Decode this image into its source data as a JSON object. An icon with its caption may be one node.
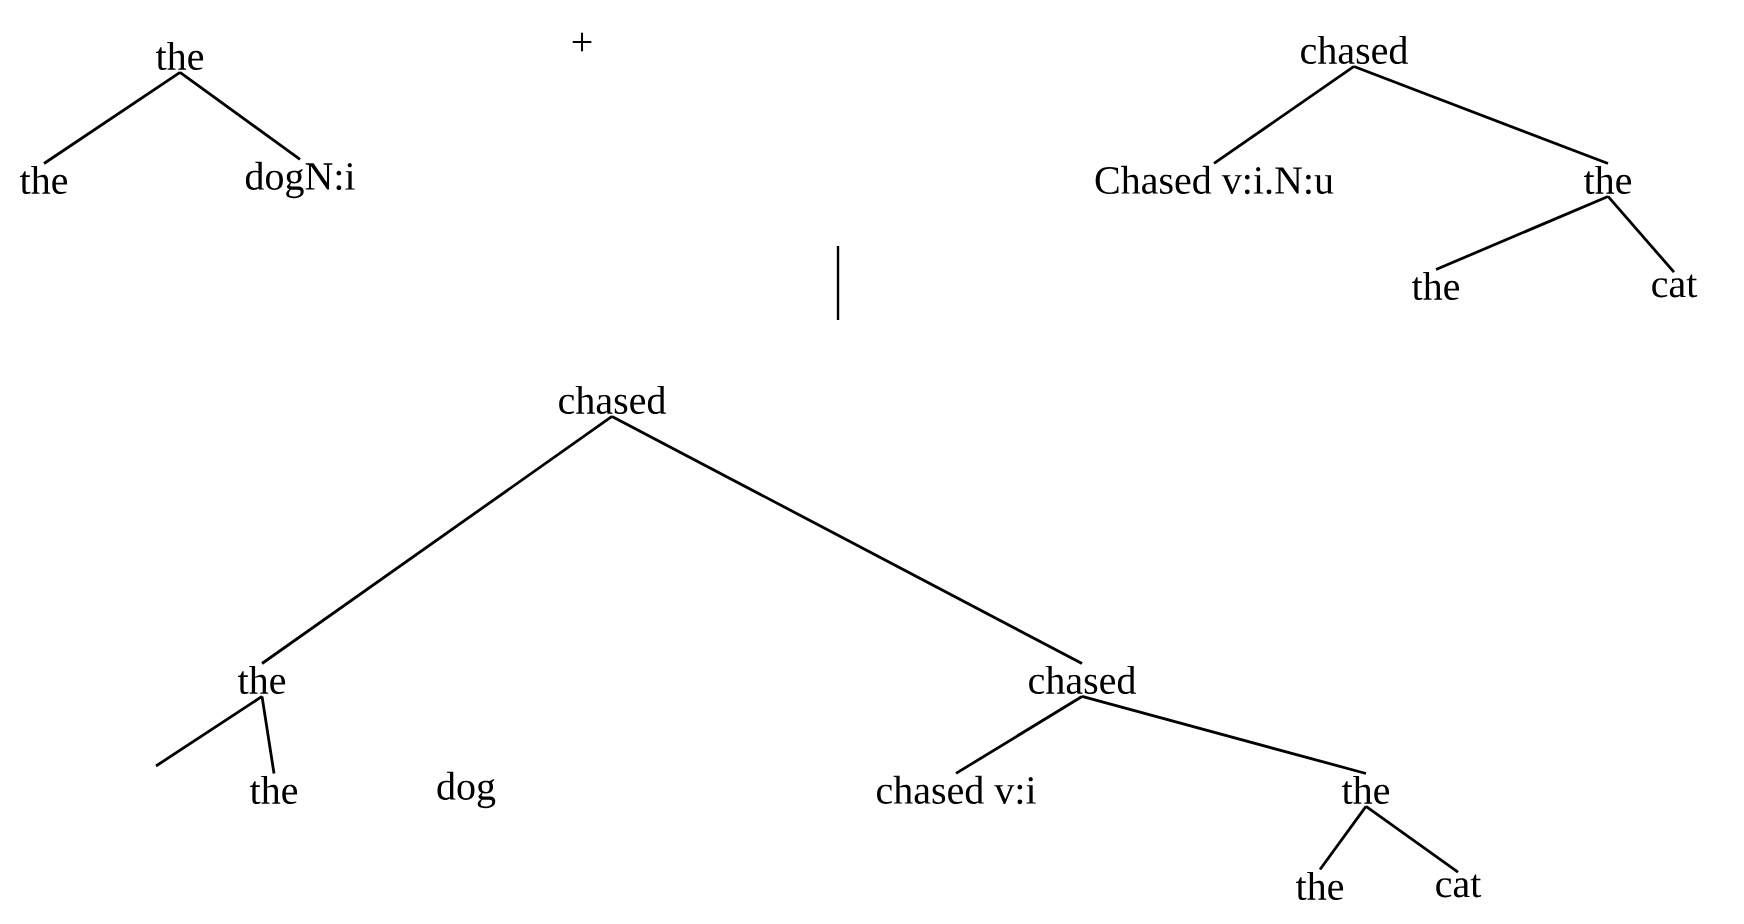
{
  "diagram": {
    "nodes": [
      {
        "text": [
          "the"
        ]
      },
      {
        "text": [
          "the"
        ]
      },
      {
        "text": [
          "dogN:i"
        ]
      },
      {
        "text": [
          "chased"
        ]
      },
      {
        "text": [
          "Chased v:i.N:u"
        ]
      },
      {
        "text": [
          "the"
        ]
      },
      {
        "text": [
          "the"
        ]
      },
      {
        "text": [
          "cat"
        ]
      },
      {
        "text": [
          "chased"
        ]
      },
      {
        "text": [
          "the"
        ]
      },
      {
        "text": [
          "the"
        ]
      },
      {
        "text": [
          "chased"
        ]
      },
      {
        "text": [
          "chased v:i"
        ]
      },
      {
        "text": [
          "the"
        ]
      },
      {
        "text": [
          "the"
        ]
      },
      {
        "text": [
          "cat"
        ]
      }
    ],
    "edges": [
      {
        "from": 0,
        "to": 1,
        "arrow": "none"
      },
      {
        "from": 0,
        "to": 2,
        "arrow": "none"
      },
      {
        "from": 3,
        "to": 4,
        "arrow": "none"
      },
      {
        "from": 3,
        "to": 5,
        "arrow": "none"
      },
      {
        "from": 5,
        "to": 6,
        "arrow": "none"
      },
      {
        "from": 5,
        "to": 7,
        "arrow": "none"
      },
      {
        "from": 8,
        "to": 9,
        "arrow": "none"
      },
      {
        "from": 8,
        "to": 11,
        "arrow": "none"
      },
      {
        "from": 9,
        "to": null,
        "arrow": "none"
      },
      {
        "from": 9,
        "to": 10,
        "arrow": "none"
      },
      {
        "from": 11,
        "to": 12,
        "arrow": "none"
      },
      {
        "from": 11,
        "to": 13,
        "arrow": "none"
      },
      {
        "from": 13,
        "to": 14,
        "arrow": "none"
      },
      {
        "from": 13,
        "to": 15,
        "arrow": "none"
      }
    ],
    "labels": [
      "+",
      "dog"
    ]
  }
}
